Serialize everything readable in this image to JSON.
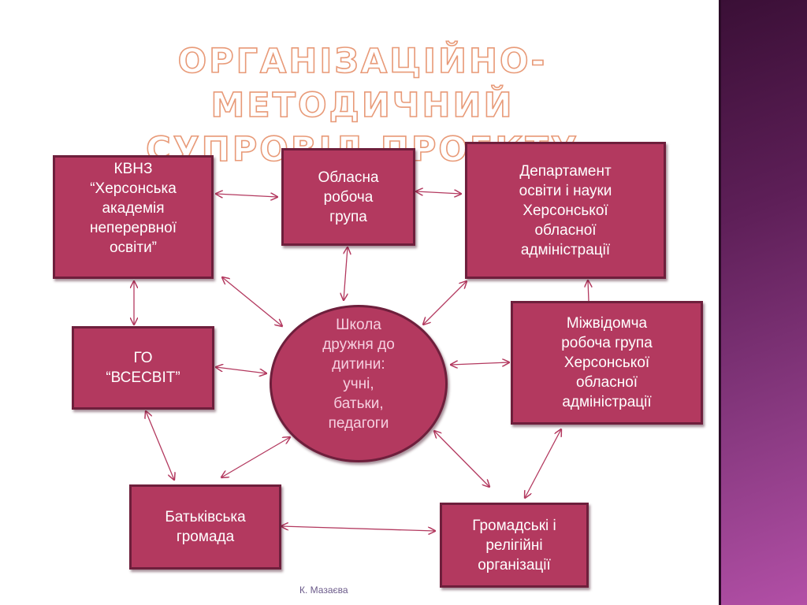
{
  "title": {
    "line1": "ОРГАНІЗАЦІЙНО-МЕТОДИЧНИЙ",
    "line2": "СУПРОВІД ПРОЕКТУ"
  },
  "nodes": {
    "kvnz": "КВНЗ\n“Херсонська\nакадемія\nнеперервної\nосвіти”",
    "oblasna": "Обласна\nробоча\nгрупа",
    "departament": "Департамент\nосвіти і науки\nХерсонської\nобласної\nадміністрації",
    "go": "ГО\n“ВСЕСВІТ”",
    "school": "Школа\nдружня до\nдитини:\nучні,\nбатьки,\nпедагоги",
    "mizhvidomcha": "Міжвідомча\nробоча група\nХерсонської\nобласної\nадміністрації",
    "batkivska": "Батьківська\nгромада",
    "gromadski": "Громадські і\nрелігійні\nорганізації"
  },
  "footer": "К. Мазаєва",
  "colors": {
    "box_fill": "#b3395f",
    "box_border": "#6e1f3c",
    "arrow": "#b3395f",
    "title_outline": "#e89a78",
    "side_band": "#5e1f58"
  }
}
